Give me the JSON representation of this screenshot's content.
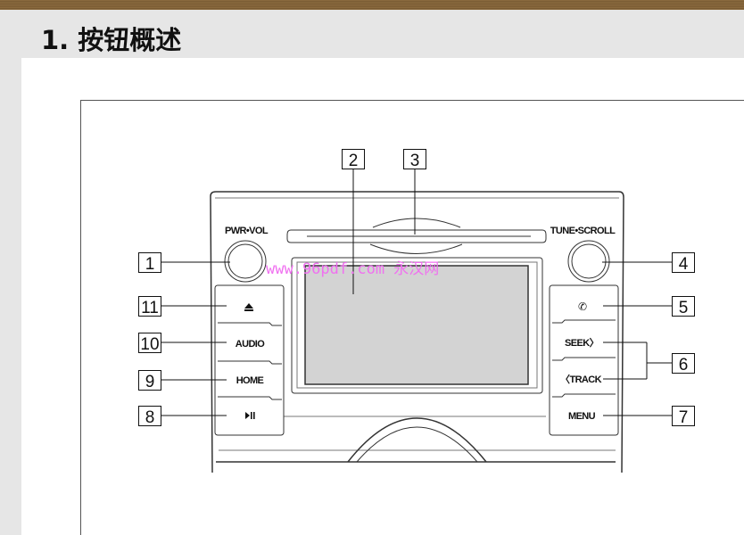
{
  "header": {
    "title": "1. 按钮概述"
  },
  "watermark": "www.96pdf.com 永汉网",
  "diagram": {
    "knob_labels": {
      "left": "PWR•VOL",
      "right": "TUNE•SCROLL"
    },
    "left_buttons": [
      {
        "label": "",
        "icon": "eject-icon"
      },
      {
        "label": "AUDIO"
      },
      {
        "label": "HOME"
      },
      {
        "label": "",
        "icon": "play-pause-icon"
      }
    ],
    "right_buttons": [
      {
        "label": "",
        "icon": "phone-icon"
      },
      {
        "label": "SEEK〉"
      },
      {
        "label": "〈TRACK"
      },
      {
        "label": "MENU"
      }
    ],
    "callouts": [
      "1",
      "2",
      "3",
      "4",
      "5",
      "6",
      "7",
      "8",
      "9",
      "10",
      "11"
    ],
    "screen_color": "#d3d3d3"
  }
}
